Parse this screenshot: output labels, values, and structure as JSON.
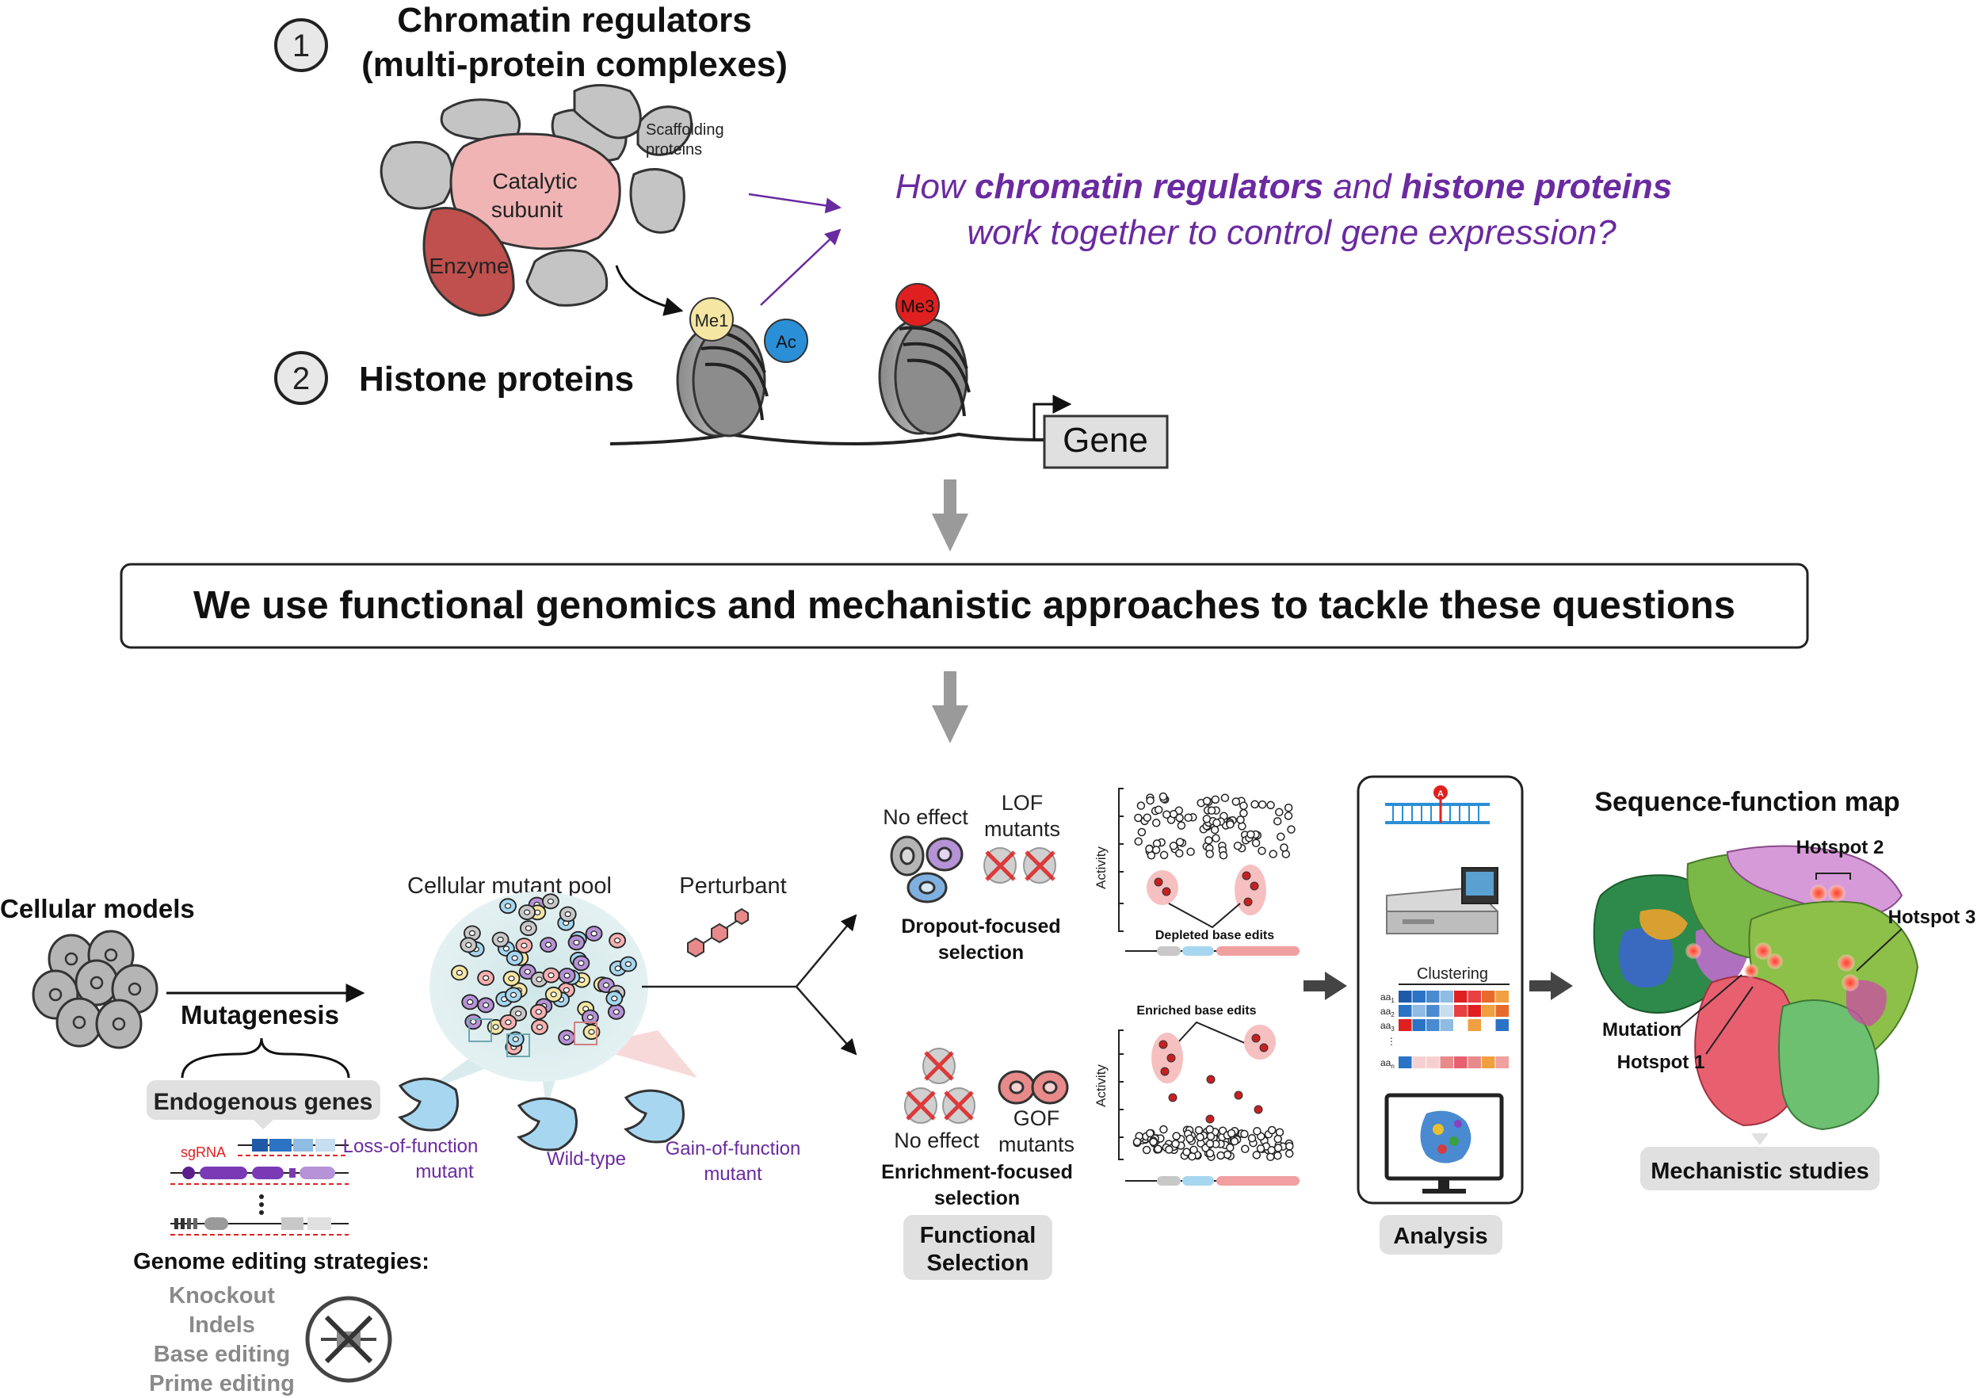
{
  "top": {
    "step1_number": "1",
    "step1_line1": "Chromatin regulators",
    "step1_line2": "(multi-protein complexes)",
    "scaffolding_line1": "Scaffolding",
    "scaffolding_line2": "proteins",
    "catalytic_line1": "Catalytic",
    "catalytic_line2": "subunit",
    "enzyme": "Enzyme",
    "question_part1": "How ",
    "question_bold1": "chromatin regulators",
    "question_part2": " and ",
    "question_bold2": "histone proteins",
    "question_line2": "work together to control gene expression?",
    "step2_number": "2",
    "step2_label": "Histone proteins",
    "mark_me1": "Me1",
    "mark_ac": "Ac",
    "mark_me3": "Me3",
    "gene": "Gene"
  },
  "banner": {
    "text": "We use functional genomics and mechanistic approaches to tackle these questions"
  },
  "workflow": {
    "cellular_models": "Cellular models",
    "mutagenesis": "Mutagenesis",
    "endogenous_genes": "Endogenous genes",
    "sgrna": "sgRNA",
    "genome_editing_title": "Genome editing strategies:",
    "strategies": [
      "Knockout",
      "Indels",
      "Base editing",
      "Prime editing"
    ],
    "mutant_pool": "Cellular mutant pool",
    "perturbant": "Perturbant",
    "lof_line1": "Loss-of-function",
    "lof_line2": "mutant",
    "wild_type": "Wild-type",
    "gof_line1": "Gain-of-function",
    "gof_line2": "mutant"
  },
  "selection": {
    "no_effect_top": "No effect",
    "lof_line1": "LOF",
    "lof_line2": "mutants",
    "dropout_line1": "Dropout-focused",
    "dropout_line2": "selection",
    "no_effect_bottom": "No effect",
    "gof_line1": "GOF",
    "gof_line2": "mutants",
    "enrichment_line1": "Enrichment-focused",
    "enrichment_line2": "selection",
    "functional_line1": "Functional",
    "functional_line2": "Selection",
    "activity_label": "Activity",
    "depleted_label": "Depleted base edits",
    "enriched_label": "Enriched base edits"
  },
  "analysis": {
    "clustering": "Clustering",
    "row_labels": [
      "aa",
      "aa",
      "aa",
      "aa"
    ],
    "row_subscripts": [
      "1",
      "2",
      "3",
      "n"
    ],
    "label": "Analysis",
    "mark_a": "A"
  },
  "map": {
    "title": "Sequence-function map",
    "hotspot1": "Hotspot 1",
    "hotspot2": "Hotspot 2",
    "hotspot3": "Hotspot 3",
    "mutation": "Mutation",
    "mechanistic": "Mechanistic studies"
  },
  "colors": {
    "purple_text": "#6a2aa0",
    "grey_protein": "#c4c4c4",
    "catalytic": "#f0b4b4",
    "enzyme": "#c0504d",
    "me1": "#f5e6a3",
    "ac": "#2a8fd6",
    "me3": "#e02020",
    "arrow_grey": "#9a9a9a",
    "label_box": "#e0e0e0"
  }
}
